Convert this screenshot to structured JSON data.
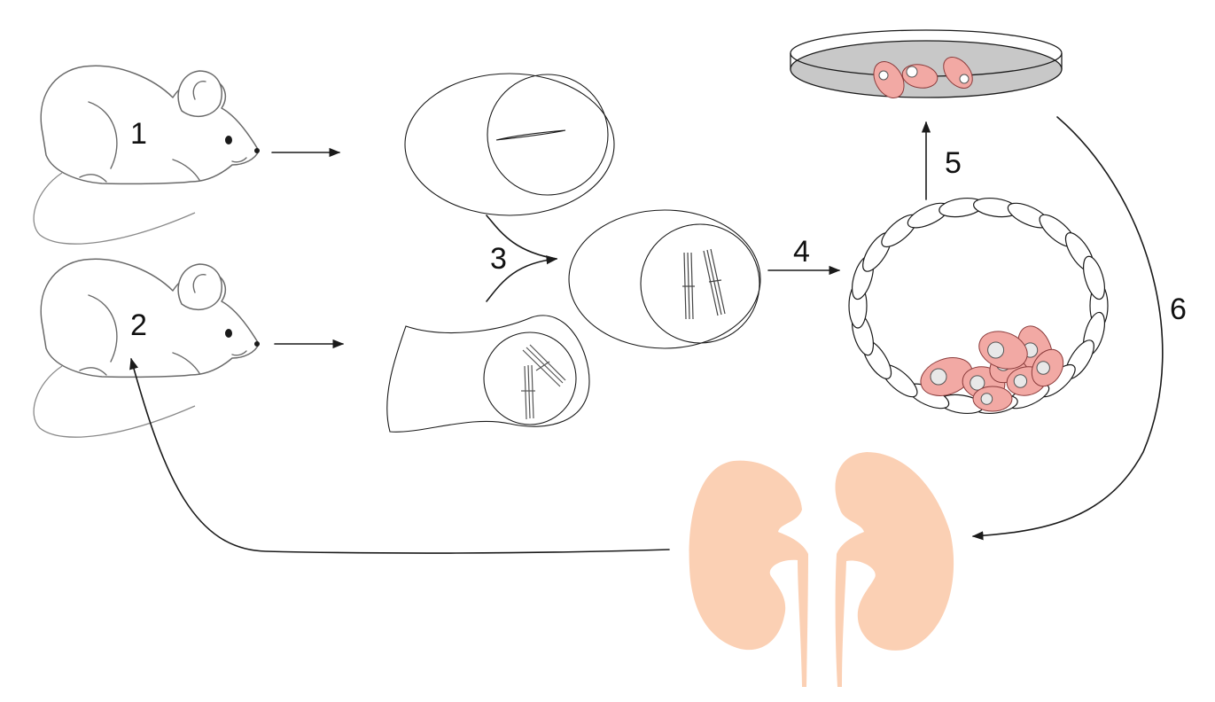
{
  "labels": {
    "mouse1": "1",
    "mouse2": "2",
    "step3": "3",
    "step4": "4",
    "step5": "5",
    "step6": "6"
  },
  "colors": {
    "cell_fill": "#f2a9a4",
    "cell_stroke": "#8a3b3b",
    "kidney": "#fbd0b4",
    "dish_medium": "#c8c8c8",
    "outline": "#1a1a1a"
  },
  "icons": [
    "mouse-icon",
    "oocyte-icon",
    "somatic-cell-icon",
    "fused-cell-icon",
    "blastocyst-icon",
    "petri-dish-icon",
    "kidney-icon"
  ]
}
